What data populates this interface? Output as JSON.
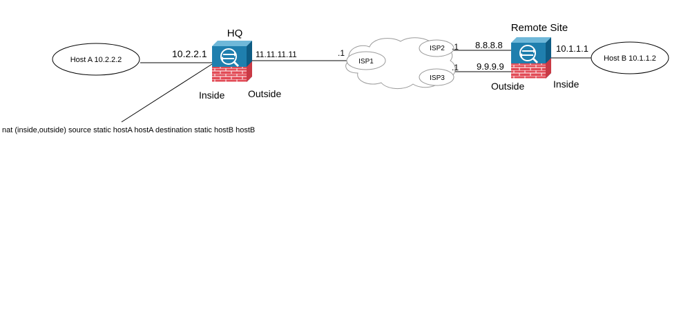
{
  "colors": {
    "firewall_blue": "#1F7FAE",
    "firewall_blue_dark": "#0E5C84",
    "firewall_top": "#6FB8D9",
    "brick_red": "#E24A55",
    "brick_mortar": "#ffffff",
    "line": "#000000",
    "cloud_stroke": "#999999"
  },
  "nodes": {
    "host_a": {
      "label": "Host A 10.2.2.2"
    },
    "host_b": {
      "label": "Host B 10.1.1.2"
    },
    "hq": {
      "title": "HQ",
      "inside_label": "Inside",
      "outside_label": "Outside",
      "icon": "firewall-icon"
    },
    "remote": {
      "title": "Remote Site",
      "inside_label": "Inside",
      "outside_label": "Outside",
      "icon": "firewall-icon"
    },
    "isp1": {
      "label": "ISP1"
    },
    "isp2": {
      "label": "ISP2"
    },
    "isp3": {
      "label": "ISP3"
    }
  },
  "addresses": {
    "hq_inside": "10.2.2.1",
    "hq_outside": "11.11.11.11",
    "isp1_gw": ".1",
    "isp2_gw": ".1",
    "isp3_gw": ".1",
    "remote_out_isp2": "8.8.8.8",
    "remote_out_isp3": "9.9.9.9",
    "remote_inside": "10.1.1.1"
  },
  "annotation": {
    "nat_rule": "nat (inside,outside) source static hostA hostA destination static hostB hostB"
  }
}
